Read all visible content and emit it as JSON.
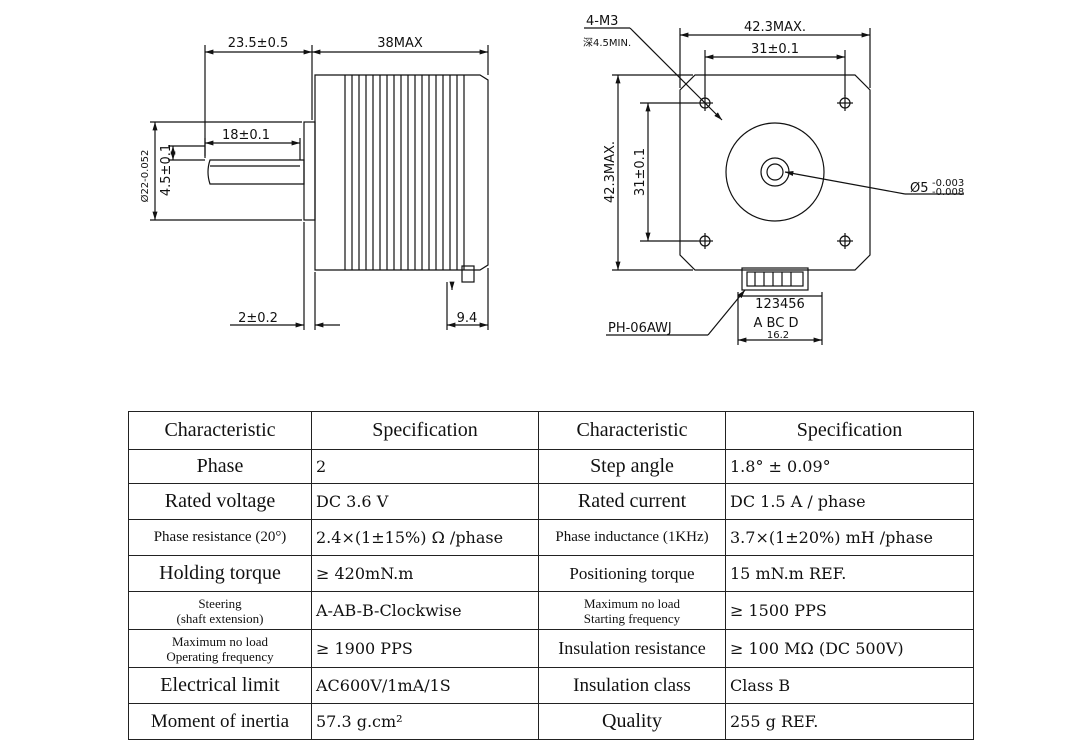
{
  "drawing": {
    "side_view": {
      "dim_shaft_length": "23.5±0.5",
      "dim_body_length": "38MAX",
      "dim_flat_length": "18±0.1",
      "dim_flat_depth": "4.5±0.1",
      "dim_boss_diameter": "Ø22-0.052",
      "dim_boss_height": "2±0.2",
      "dim_connector_offset": "9.4"
    },
    "front_view": {
      "holes_label": "4-M3",
      "holes_depth": "深4.5MIN.",
      "dim_width": "42.3MAX.",
      "dim_hole_spacing_x": "31±0.1",
      "dim_height": "42.3MAX.",
      "dim_hole_spacing_y": "31±0.1",
      "shaft_diameter": "Ø5",
      "shaft_tol_upper": "-0.003",
      "shaft_tol_lower": "-0.008",
      "connector_pins": "123456",
      "connector_phases": "A BC D",
      "connector_width": "16.2",
      "connector_model": "PH-06AWJ"
    }
  },
  "spec_table": {
    "headers": [
      "Characteristic",
      "Specification",
      "Characteristic",
      "Specification"
    ],
    "rows": [
      [
        "Phase",
        "2",
        "Step angle",
        "1.8° ± 0.09°"
      ],
      [
        "Rated voltage",
        "DC 3.6 V",
        "Rated current",
        "DC 1.5 A / phase"
      ],
      [
        "Phase resistance (20°)",
        "2.4×(1±15%) Ω /phase",
        "Phase inductance (1KHz)",
        "3.7×(1±20%) mH /phase"
      ],
      [
        "Holding torque",
        "≥ 420mN.m",
        "Positioning torque",
        "15 mN.m REF."
      ],
      [
        "Steering\n(shaft extension)",
        "A-AB-B-Clockwise",
        "Maximum no load\nStarting frequency",
        "≥ 1500 PPS"
      ],
      [
        "Maximum no load\nOperating frequency",
        "≥ 1900 PPS",
        "Insulation resistance",
        "≥ 100 MΩ (DC 500V)"
      ],
      [
        "Electrical limit",
        "AC600V/1mA/1S",
        "Insulation class",
        "Class B"
      ],
      [
        "Moment of inertia",
        "57.3 g.cm²",
        "Quality",
        "255 g REF."
      ]
    ]
  }
}
